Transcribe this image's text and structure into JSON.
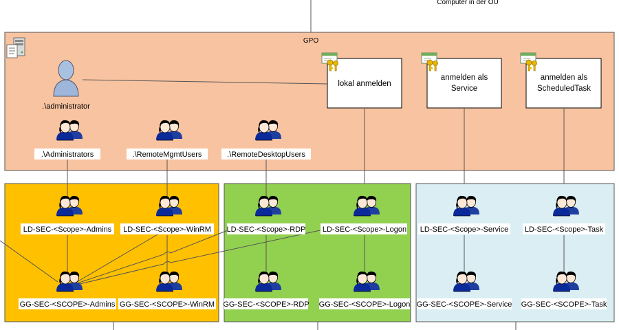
{
  "top_caption": "Computer in der OU",
  "gpo": {
    "title": "GPO",
    "account": ".\\administrator",
    "local_groups": [
      ".\\Administrators",
      ".\\RemoteMgmtUsers",
      ".\\RemoteDesktopUsers"
    ],
    "policies": [
      {
        "line1": "lokal anmelden",
        "line2": ""
      },
      {
        "line1": "anmelden als",
        "line2": "Service"
      },
      {
        "line1": "anmelden als",
        "line2": "ScheduledTask"
      }
    ]
  },
  "zones": {
    "admin": {
      "color": "#FFC000",
      "ld": [
        "LD-SEC-<Scope>-Admins",
        "LD-SEC-<Scope>-WinRM"
      ],
      "gg": [
        "GG-SEC-<SCOPE>-Admins",
        "GG-SEC-<SCOPE>-WinRM"
      ]
    },
    "remote": {
      "color": "#92D050",
      "ld": [
        "LD-SEC-<Scope>-RDP",
        "LD-SEC-<Scope>-Logon"
      ],
      "gg": [
        "GG-SEC-<SCOPE>-RDP",
        "GG-SEC-<SCOPE>-Logon"
      ]
    },
    "service": {
      "color": "#DAEEF3",
      "ld": [
        "LD-SEC-<Scope>-Service",
        "LD-SEC-<Scope>-Task"
      ],
      "gg": [
        "GG-SEC-<SCOPE>-Service",
        "GG-SEC-<SCOPE>-Task"
      ]
    }
  },
  "colors": {
    "gpo_fill": "#F8C3A0",
    "stroke": "#555555"
  },
  "icons": [
    "server-icon",
    "user-icon",
    "group-icon",
    "certificate-icon"
  ]
}
